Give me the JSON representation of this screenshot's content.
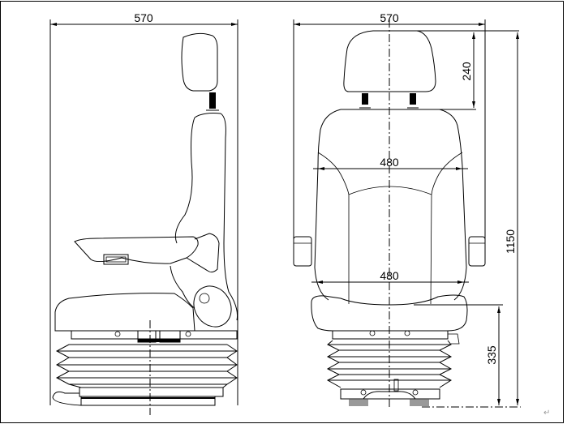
{
  "drawing": {
    "side_view": {
      "width_label": "570"
    },
    "front_view": {
      "width_label": "570",
      "headrest_height_label": "240",
      "backrest_width_label": "480",
      "seat_width_label": "480",
      "total_height_label": "1150",
      "seat_height_label": "335"
    },
    "paragraph_mark": "↵"
  }
}
